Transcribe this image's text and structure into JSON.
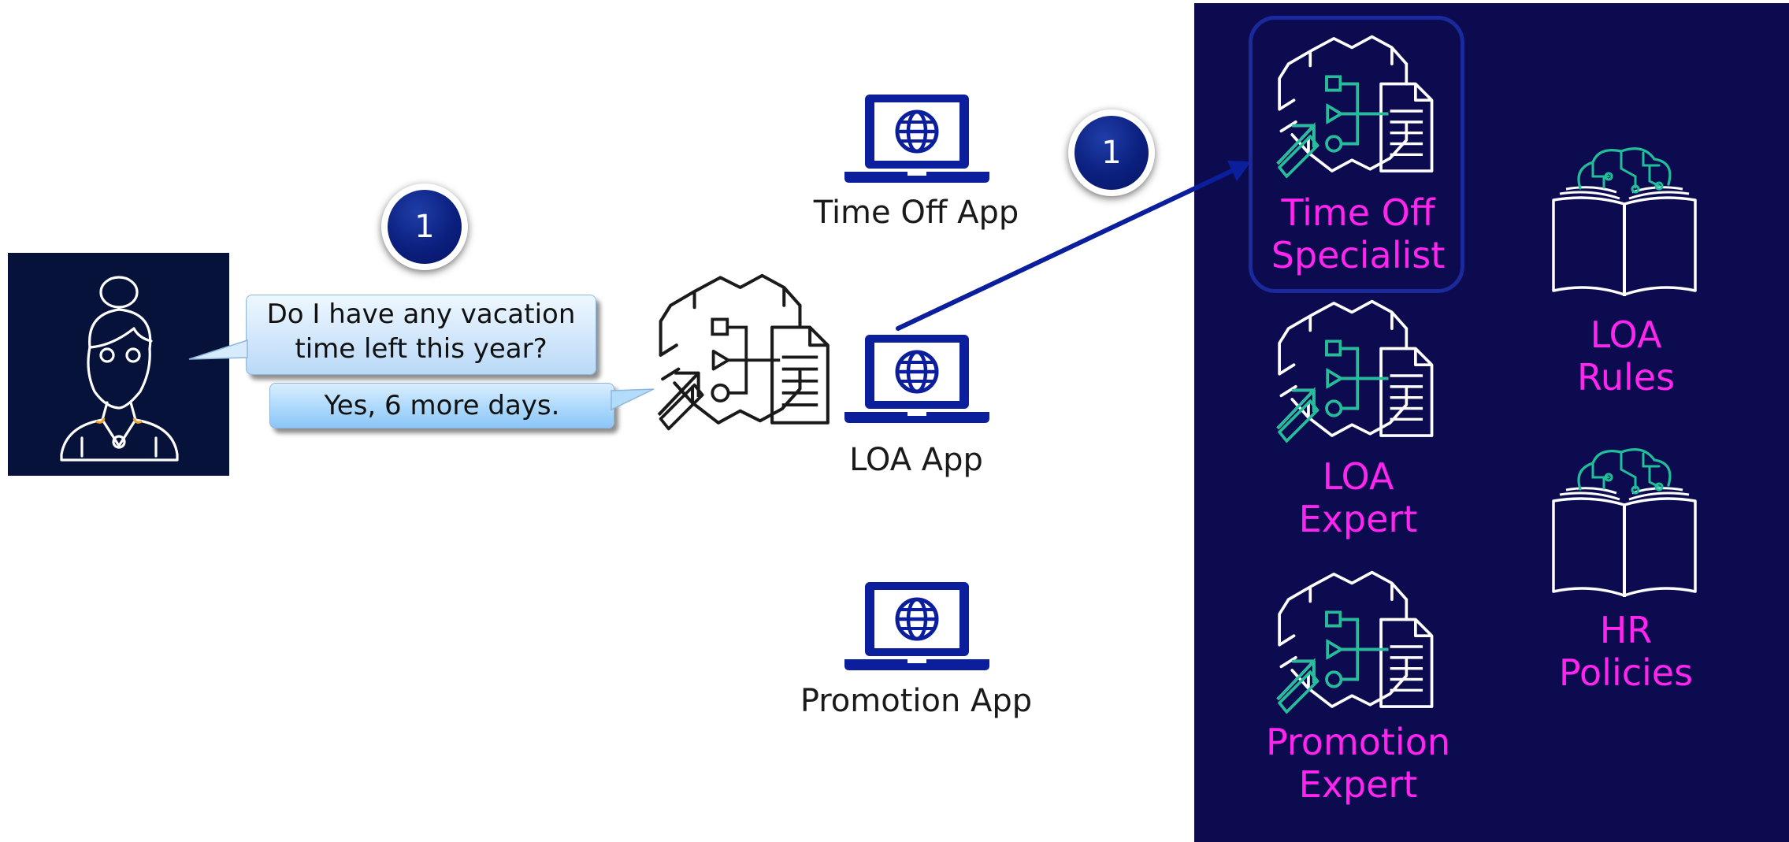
{
  "user": {
    "question": "Do I have any vacation time left this year?",
    "answer": "Yes, 6 more days.",
    "step_badge": "1"
  },
  "apps": [
    {
      "label": "Time Off App"
    },
    {
      "label": "LOA App"
    },
    {
      "label": "Promotion App"
    }
  ],
  "routing": {
    "step_badge": "1"
  },
  "agents": [
    {
      "label_line1": "Time Off",
      "label_line2": "Specialist",
      "selected": true
    },
    {
      "label_line1": "LOA",
      "label_line2": "Expert"
    },
    {
      "label_line1": "Promotion",
      "label_line2": "Expert"
    }
  ],
  "knowledge_bases": [
    {
      "label_line1": "LOA",
      "label_line2": "Rules"
    },
    {
      "label_line1": "HR",
      "label_line2": "Policies"
    }
  ],
  "colors": {
    "panel": "#0c0b4f",
    "user_panel": "#07123a",
    "laptop": "#0b1f9c",
    "agent_label": "#ff24ee",
    "teal": "#1fbf9a",
    "arrow": "#0b1f9c"
  }
}
